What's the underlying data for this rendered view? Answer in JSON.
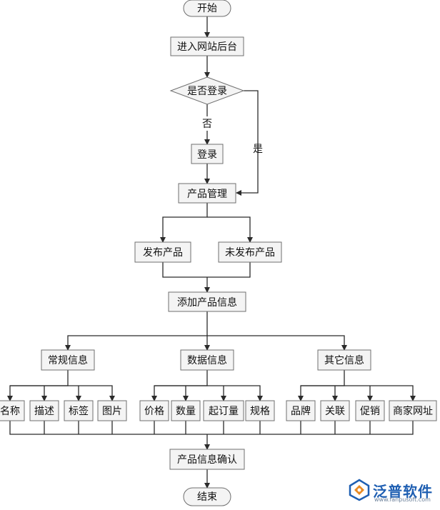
{
  "nodes": {
    "start": "开始",
    "enter_backend": "进入网站后台",
    "is_logged_in": "是否登录",
    "login": "登录",
    "product_mgmt": "产品管理",
    "publish_product": "发布产品",
    "unpublished_product": "未发布产品",
    "add_product_info": "添加产品信息",
    "regular_info": "常规信息",
    "data_info": "数据信息",
    "other_info": "其它信息",
    "name": "名称",
    "description": "描述",
    "tag": "标签",
    "image": "图片",
    "price": "价格",
    "quantity": "数量",
    "moq": "起订量",
    "spec": "规格",
    "brand": "品牌",
    "related": "关联",
    "promotion": "促销",
    "merchant_url": "商家网址",
    "confirm_product_info": "产品信息确认",
    "end": "结束"
  },
  "edge_labels": {
    "no": "否",
    "yes": "是"
  },
  "watermark": {
    "brand": "泛普软件",
    "url": "www.fanpusoft.com"
  },
  "colors": {
    "box_fill": "#f4f4f4",
    "box_stroke": "#6f6f6f",
    "line": "#2b2b2b",
    "logo_blue": "#1f5fb2",
    "logo_orange": "#e98a23"
  }
}
